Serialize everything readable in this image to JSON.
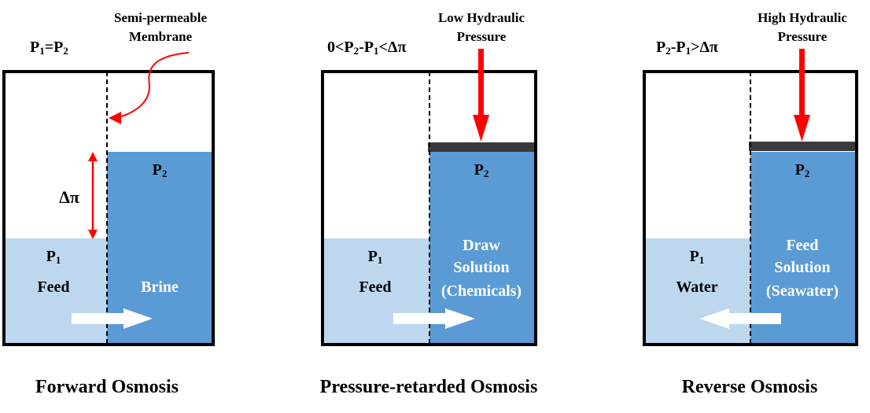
{
  "colors": {
    "feed_light": "#bdd7ee",
    "solution_dark": "#5b9bd5",
    "arrow_red": "#ff0000",
    "piston": "#3a3a3a",
    "frame": "#000000"
  },
  "panels": [
    {
      "pressure_condition": {
        "main": "P",
        "sub1": "1",
        "mid": "=P",
        "sub2": "2",
        "tail": ""
      },
      "top_label_line1": "Semi-permeable",
      "top_label_line2": "Membrane",
      "left_pressure": {
        "main": "P",
        "sub": "1"
      },
      "right_pressure": {
        "main": "P",
        "sub": "2"
      },
      "delta_label": "Δπ",
      "left_name": "Feed",
      "right_lines": [
        "Brine"
      ],
      "flow_direction": "right",
      "caption": "Forward Osmosis"
    },
    {
      "pressure_condition": {
        "main": "0<P",
        "sub1": "2",
        "mid": "-P",
        "sub2": "1",
        "tail": "<Δπ"
      },
      "top_label_line1": "Low Hydraulic",
      "top_label_line2": "Pressure",
      "left_pressure": {
        "main": "P",
        "sub": "1"
      },
      "right_pressure": {
        "main": "P",
        "sub": "2"
      },
      "left_name": "Feed",
      "right_lines": [
        "Draw",
        "Solution",
        "(Chemicals)"
      ],
      "flow_direction": "right",
      "caption": "Pressure-retarded Osmosis"
    },
    {
      "pressure_condition": {
        "main": "P",
        "sub1": "2",
        "mid": "-P",
        "sub2": "1",
        "tail": ">Δπ"
      },
      "top_label_line1": "High Hydraulic",
      "top_label_line2": "Pressure",
      "left_pressure": {
        "main": "P",
        "sub": "1"
      },
      "right_pressure": {
        "main": "P",
        "sub": "2"
      },
      "left_name": "Water",
      "right_lines": [
        "Feed",
        "Solution",
        "(Seawater)"
      ],
      "flow_direction": "left",
      "caption": "Reverse Osmosis"
    }
  ]
}
